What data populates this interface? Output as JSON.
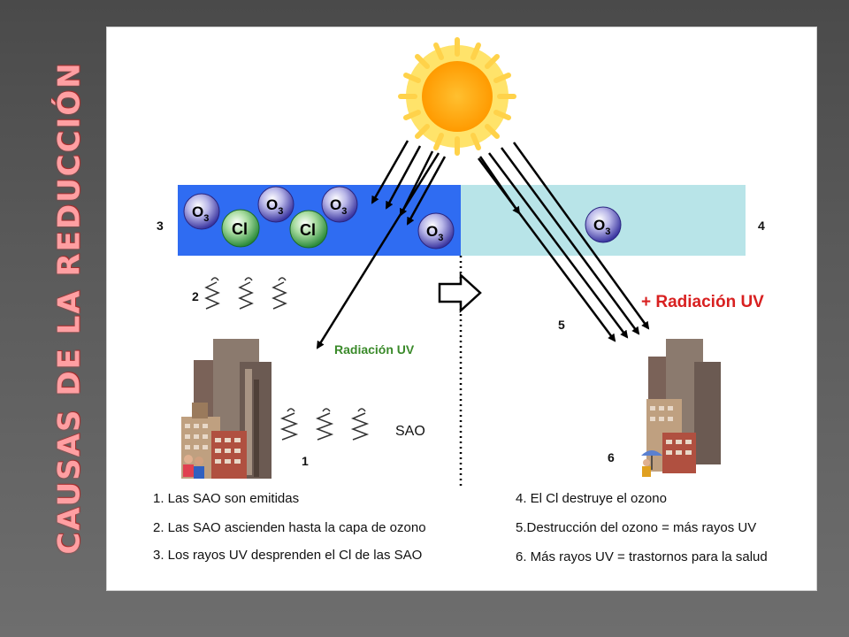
{
  "slide": {
    "title": "Causas de la reducción",
    "title_color": "#ff9fa2"
  },
  "diagram": {
    "ozone_label": "O3",
    "ozone_sub": "3",
    "chlorine_label": "Cl",
    "uv_label_left": "Radiación UV",
    "uv_label_right": "+ Radiación UV",
    "sao_label": "SAO",
    "step_numbers": [
      "1",
      "2",
      "3",
      "4",
      "5",
      "6"
    ],
    "colors": {
      "layer_depleted_side": "#2f6cf2",
      "layer_healthy_side": "#b8e4e8",
      "uv_left_text": "#3a8a2a",
      "uv_right_text": "#d82020",
      "sun": "#ffb000"
    }
  },
  "captions_left": [
    "1. Las SAO son  emitidas",
    "2. Las SAO ascienden hasta  la capa de ozono",
    "3. Los rayos UV desprenden el Cl de las SAO"
  ],
  "captions_right": [
    "4. El Cl destruye el ozono",
    "5.Destrucción del ozono = más rayos UV",
    "6. Más rayos UV = trastornos para la salud"
  ]
}
